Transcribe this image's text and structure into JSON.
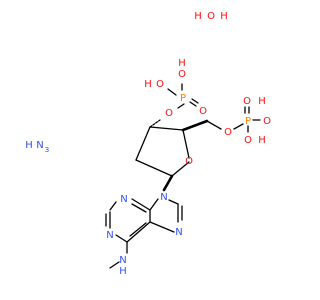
{
  "colors": {
    "bond": "#000000",
    "oxygen": "#ff0d0d",
    "phosphorus": "#ff8000",
    "nitrogen": "#3050f8",
    "background": "#ffffff"
  },
  "labels": {
    "water_h1": "H",
    "water_o": "O",
    "water_h2": "H",
    "ammonia_h": "H",
    "ammonia_n": "N",
    "ammonia_sub": "3",
    "p3_h_left": "H",
    "p3_o_left": "O",
    "p3_o_top": "O",
    "p3_h_top": "H",
    "p3_p": "P",
    "p3_o_right": "O",
    "p3_o_bottom": "O",
    "p5_o_link": "O",
    "p5_o_top": "O",
    "p5_h_top": "H",
    "p5_p": "P",
    "p5_o_right": "O",
    "p5_o_bottom": "O",
    "p5_h_bottom": "H",
    "ring_o": "O",
    "n9": "N",
    "n3": "N",
    "n1": "N",
    "n7": "N",
    "nh_n": "N",
    "nh_h": "H"
  }
}
